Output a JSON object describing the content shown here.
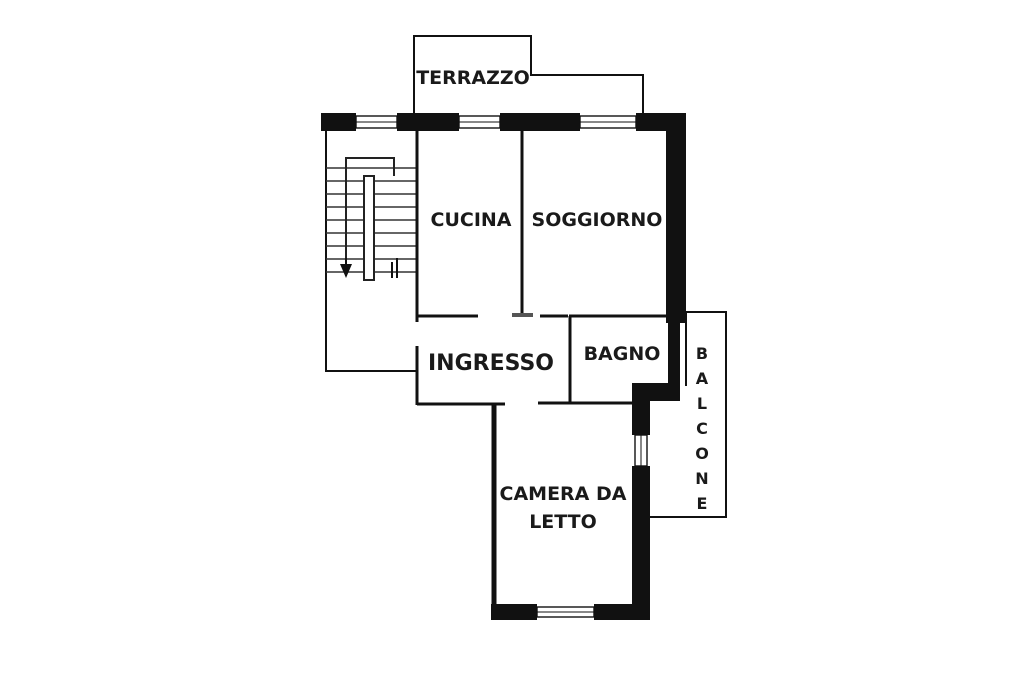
{
  "floorplan": {
    "rooms": {
      "terrazzo": "TERRAZZO",
      "cucina": "CUCINA",
      "soggiorno": "SOGGIORNO",
      "ingresso": "INGRESSO",
      "bagno": "BAGNO",
      "camera_line1": "CAMERA DA",
      "camera_line2": "LETTO"
    },
    "balcone_letters": [
      "B",
      "A",
      "L",
      "C",
      "O",
      "N",
      "E"
    ]
  }
}
